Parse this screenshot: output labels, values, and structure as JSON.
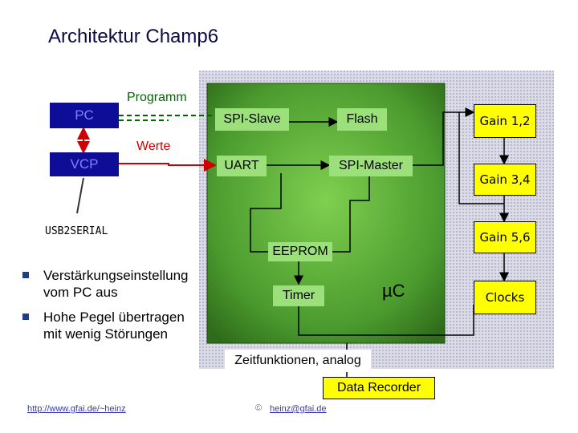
{
  "title": "Architektur Champ6",
  "left": {
    "pc": "PC",
    "vcp": "VCP",
    "programm": "Programm",
    "werte": "Werte",
    "usb": "USB2SERIAL"
  },
  "green": {
    "spi_slave": "SPI-Slave",
    "flash": "Flash",
    "uart": "UART",
    "spi_master": "SPI-Master",
    "eeprom": "EEPROM",
    "timer": "Timer",
    "uc": "µC"
  },
  "right": {
    "gain12": "Gain 1,2",
    "gain34": "Gain 3,4",
    "gain56": "Gain 5,6",
    "clocks": "Clocks"
  },
  "bullets": [
    {
      "line1": "Verstärkungseinstellung",
      "line2": "vom PC aus"
    },
    {
      "line1": "Hohe Pegel übertragen",
      "line2": "mit wenig Störungen"
    }
  ],
  "zeit": "Zeitfunktionen, analog",
  "data_recorder": "Data Recorder",
  "footer": {
    "url": "http://www.gfai.de/~heinz",
    "copyright": "©",
    "email": "heinz@gfai.de"
  },
  "colors": {
    "pc_box": "#0d0d98",
    "pc_text": "#8080ff",
    "green_panel": "#55aa33",
    "gain_fill": "#ffff00",
    "red_arrow": "#cc0000",
    "dashed_line": "#006600"
  }
}
